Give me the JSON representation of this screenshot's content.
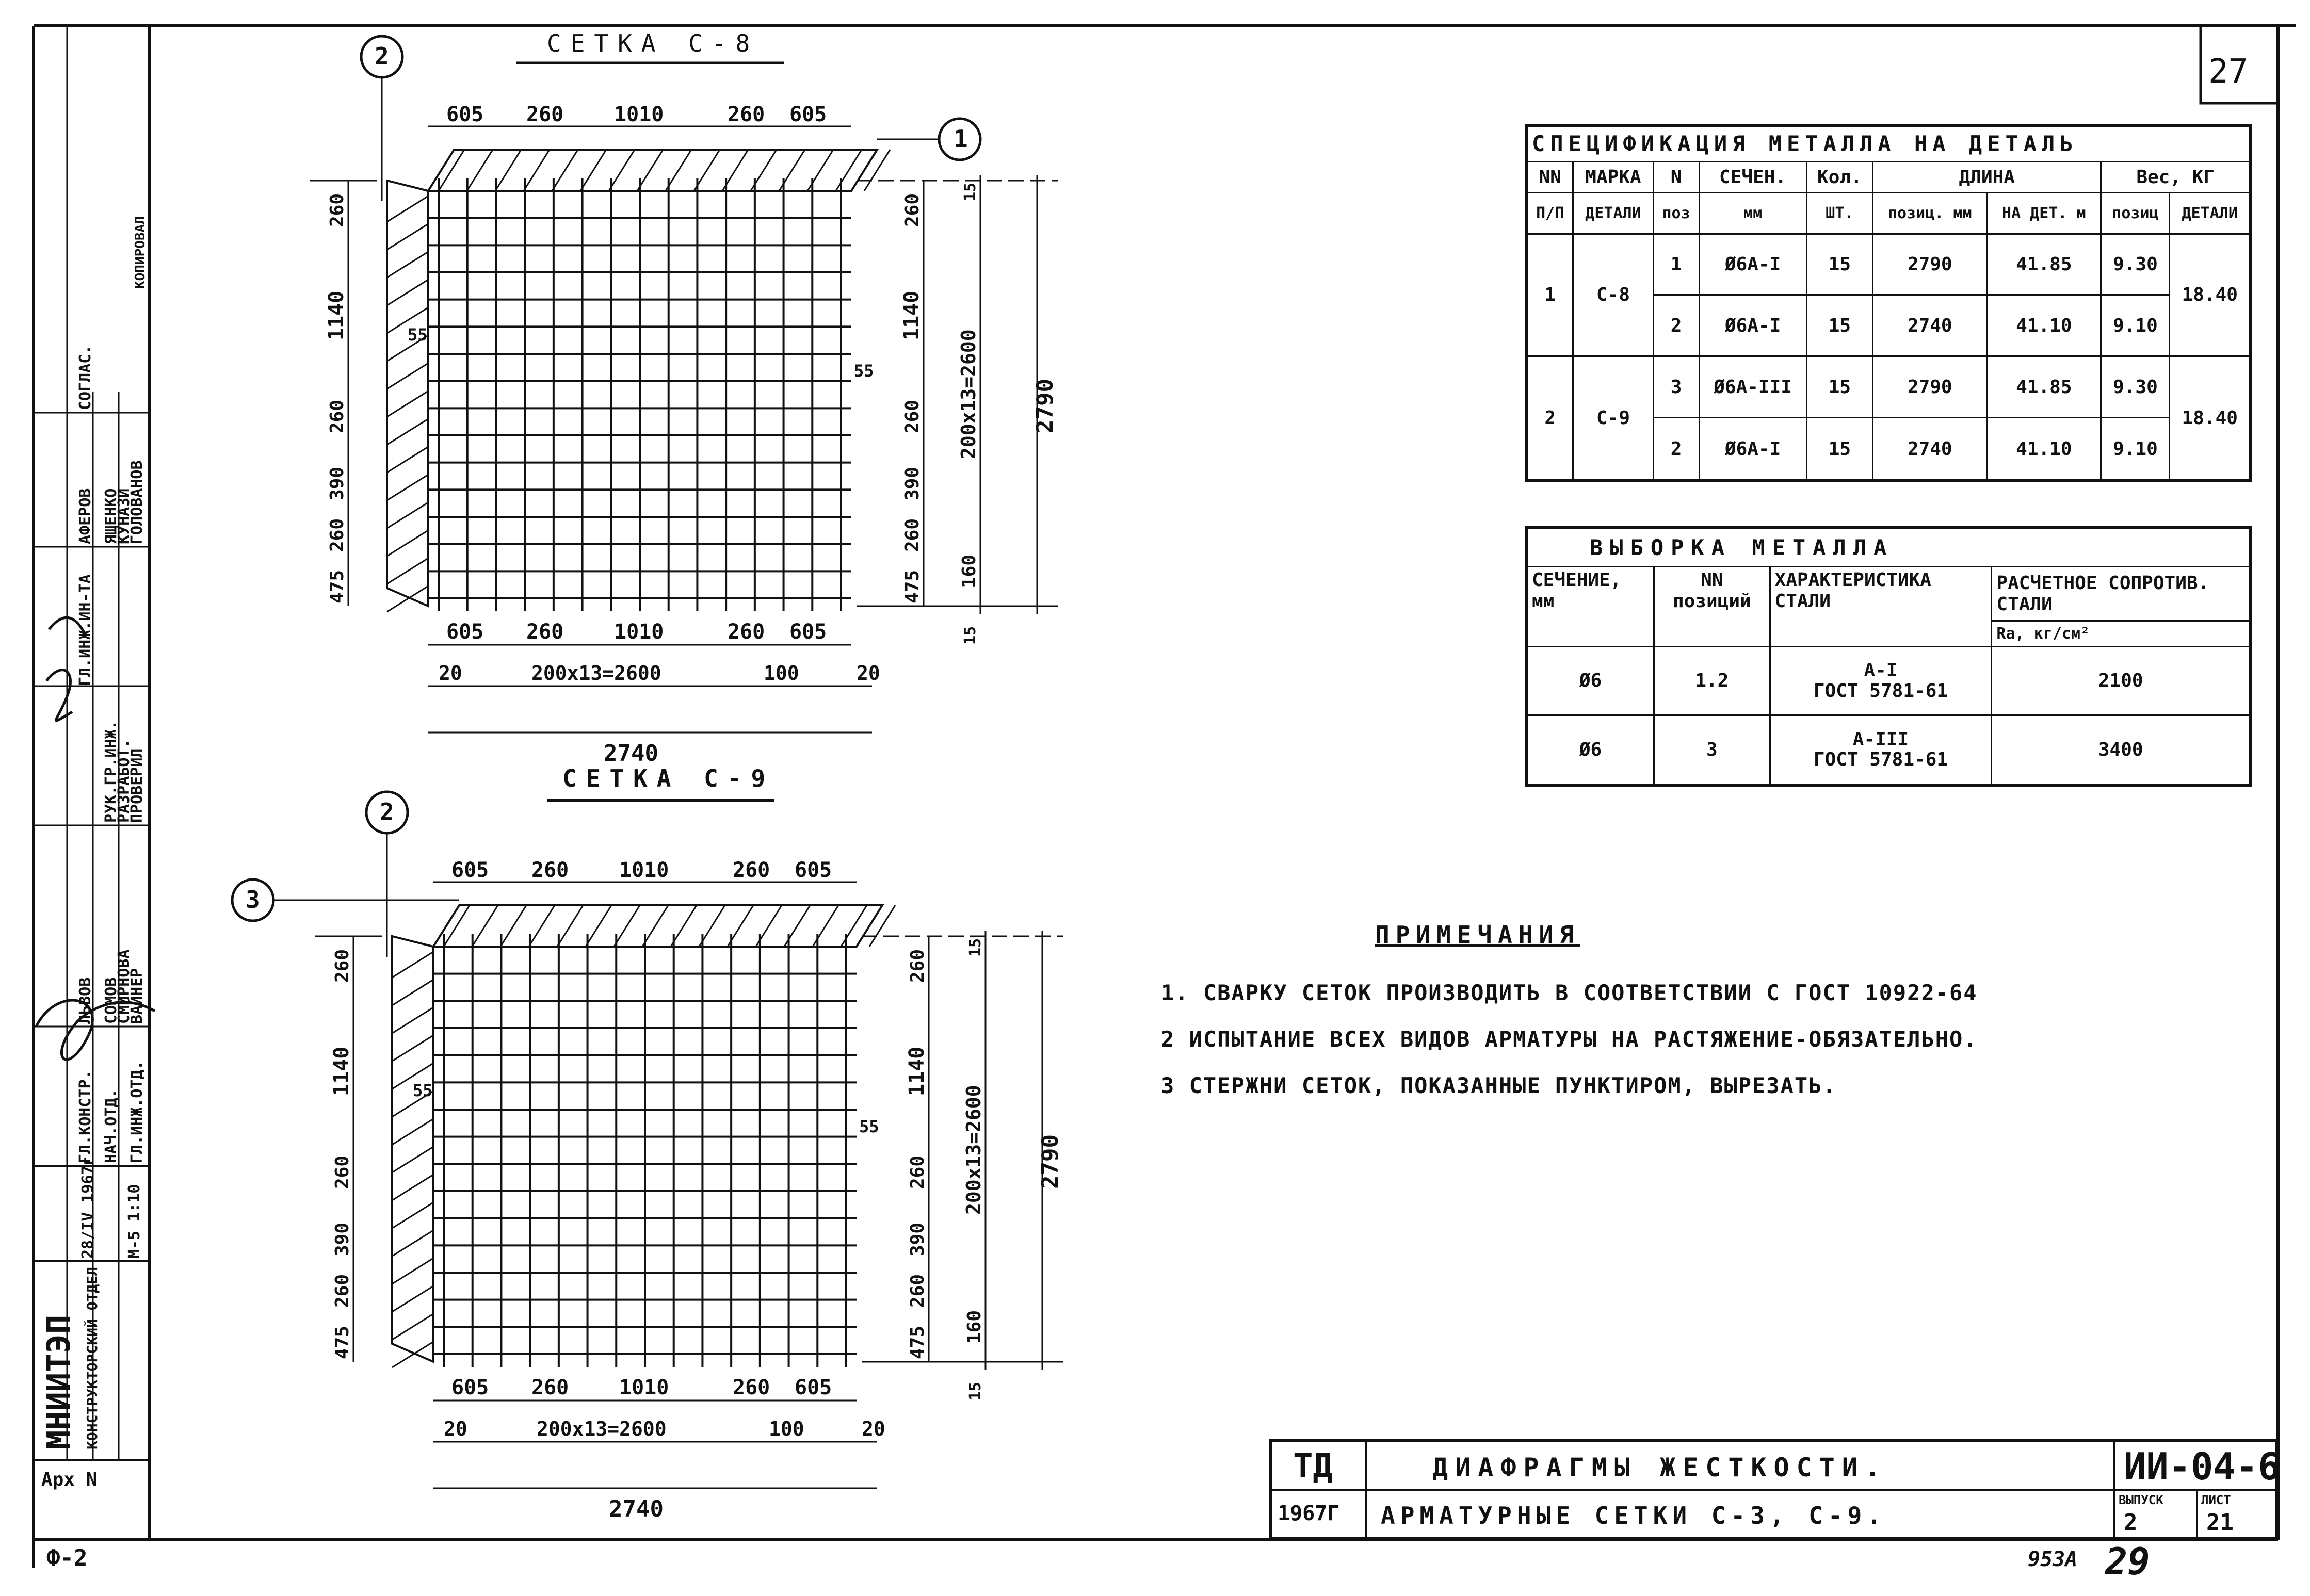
{
  "sheet": {
    "corner_num": "27",
    "bottom_left": "Ф-2",
    "bottom_code": "953А",
    "bottom_page": "29"
  },
  "spec_table": {
    "title": "СПЕЦИФИКАЦИЯ МЕТАЛЛА НА ДЕТАЛЬ",
    "h_nn": "NN",
    "h_marka": "МАРКА",
    "h_pos": "N",
    "h_sech": "СЕЧЕН.",
    "h_kol": "Кол.",
    "h_dlina": "ДЛИНА",
    "h_ves": "Вес, КГ",
    "h_nn2": "П/П",
    "h_marka2": "ДЕТАЛИ",
    "h_pos2": "поз",
    "h_sech2": "мм",
    "h_kol2": "ШТ.",
    "h_len_pos": "позиц. мм",
    "h_len_det": "НА ДЕТ. м",
    "h_w_pos": "позиц",
    "h_w_det": "ДЕТАЛИ",
    "rows": [
      {
        "nn": "1",
        "marka": "С-8",
        "pos": "1",
        "sech": "Ø6А-I",
        "kol": "15",
        "len_pos": "2790",
        "len_det": "41.85",
        "w_pos": "9.30",
        "w_det": "18.40"
      },
      {
        "pos": "2",
        "sech": "Ø6А-I",
        "kol": "15",
        "len_pos": "2740",
        "len_det": "41.10",
        "w_pos": "9.10"
      },
      {
        "nn": "2",
        "marka": "С-9",
        "pos": "3",
        "sech": "Ø6А-III",
        "kol": "15",
        "len_pos": "2790",
        "len_det": "41.85",
        "w_pos": "9.30",
        "w_det": "18.40"
      },
      {
        "pos": "2",
        "sech": "Ø6А-I",
        "kol": "15",
        "len_pos": "2740",
        "len_det": "41.10",
        "w_pos": "9.10"
      }
    ]
  },
  "vyborka": {
    "title": "ВЫБОРКА МЕТАЛЛА",
    "h_sech": "СЕЧЕНИЕ, мм",
    "h_pos": "NN позиций",
    "h_char": "ХАРАКТЕРИСТИКА СТАЛИ",
    "h_res": "РАСЧЕТНОЕ СОПРОТИВ. СТАЛИ",
    "h_res2": "Ra, кг/см²",
    "rows": [
      {
        "sech": "Ø6",
        "pos": "1.2",
        "char1": "А-I",
        "char2": "ГОСТ 5781-61",
        "res": "2100"
      },
      {
        "sech": "Ø6",
        "pos": "3",
        "char1": "А-III",
        "char2": "ГОСТ 5781-61",
        "res": "3400"
      }
    ]
  },
  "notes": {
    "title": "ПРИМЕЧАНИЯ",
    "n1": "1. СВАРКУ СЕТОК ПРОИЗВОДИТЬ В СООТВЕТСТВИИ С ГОСТ 10922-64",
    "n2": "2 ИСПЫТАНИЕ ВСЕХ ВИДОВ АРМАТУРЫ НА РАСТЯЖЕНИЕ-ОБЯЗАТЕЛЬНО.",
    "n3": "3 СТЕРЖНИ СЕТОК, ПОКАЗАННЫЕ ПУНКТИРОМ, ВЫРЕЗАТЬ."
  },
  "title_block": {
    "td": "ТД",
    "year": "1967Г",
    "line1": "ДИАФРАГМЫ ЖЕСТКОСТИ.",
    "line2": "АРМАТУРНЫЕ СЕТКИ С-3, С-9.",
    "code": "ИИ-04-6",
    "vyp_label": "ВЫПУСК",
    "list_label": "ЛИСТ",
    "vyp": "2",
    "list": "21"
  },
  "mesh_top": {
    "title": "СЕТКА С-8"
  },
  "mesh_bottom": {
    "title": "СЕТКА С-9"
  },
  "dims": {
    "t605": "605",
    "t260": "260",
    "t1010": "1010",
    "t200x13": "200x13=2600",
    "t100": "100",
    "t20": "20",
    "t2740": "2740",
    "t2790": "2790",
    "t1140": "1140",
    "t390": "390",
    "t475": "475",
    "t160": "160",
    "t15": "15",
    "t55": "55",
    "c1": "1",
    "c2": "2",
    "c3": "3"
  },
  "side_stamp": {
    "org": "МНИИТЭП",
    "dept": "КОНСТРУКТОРСКИЙ ОТДЕЛ",
    "date": "28/IV 1967г",
    "scale": "М-5 1:10",
    "arx": "Арх N",
    "roles": [
      "ГЛ.ИНЖ.ИН-ТА",
      "ГЛ.КОНСТР.",
      "НАЧ.ОТД.",
      "ГЛ.ИНЖ.ОТД.",
      "РУК.ГР.ИНЖ.",
      "РАЗРАБОТ.",
      "ПРОВЕРИЛ"
    ],
    "names": [
      "ЛЬВОВ",
      "СОМОВ",
      "СМИРНОВА",
      "ВАЙНЕР",
      "АФЕРОВ",
      "ЯЩЕНКО",
      "КУНАЗИ",
      "ГОЛОВАНОВ"
    ],
    "soglas": "СОГЛАС.",
    "kop": "КОПИРОВАЛ"
  }
}
